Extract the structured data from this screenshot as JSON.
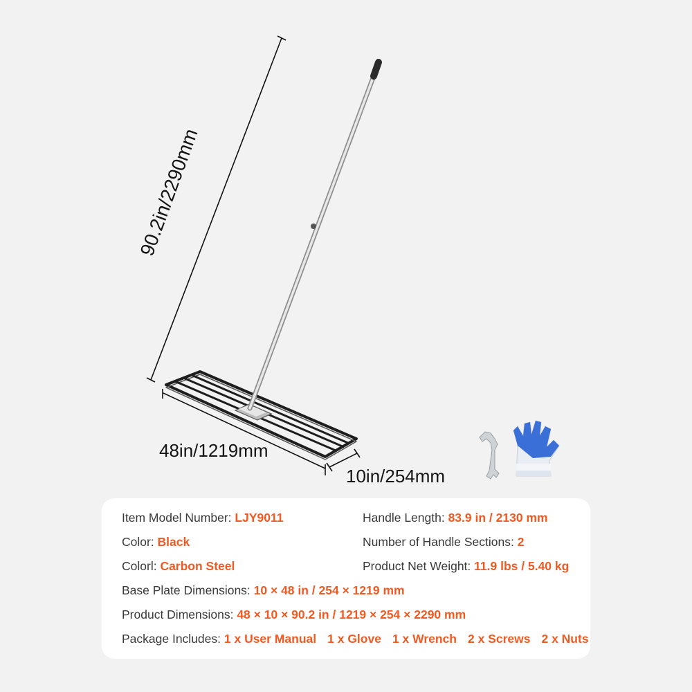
{
  "dimensions": {
    "height": "90.2in/2290mm",
    "length": "48in/1219mm",
    "width": "10in/254mm"
  },
  "accessories": {
    "wrench_icon": "wrench-icon",
    "gloves_icon": "gloves-icon"
  },
  "specs": {
    "model": {
      "label": "Item Model Number: ",
      "value": "LJY9011"
    },
    "handle_length": {
      "label": "Handle Length: ",
      "value": "83.9 in / 2130 mm"
    },
    "color": {
      "label": "Color: ",
      "value": "Black"
    },
    "handle_sections": {
      "label": "Number of Handle Sections: ",
      "value": "2"
    },
    "material": {
      "label": "Colorl: ",
      "value": "Carbon Steel"
    },
    "net_weight": {
      "label": "Product Net Weight: ",
      "value": "11.9 lbs / 5.40 kg"
    },
    "base_plate": {
      "label": "Base Plate Dimensions: ",
      "value": "10 × 48 in / 254 × 1219 mm"
    },
    "product_dims": {
      "label": "Product Dimensions: ",
      "value": "48 × 10 × 90.2 in / 1219 × 254 × 2290 mm"
    },
    "package": {
      "label": "Package Includes: ",
      "items": [
        "1 x User Manual",
        "1 x Glove",
        "1 x Wrench",
        "2 x Screws",
        "2 x Nuts"
      ]
    }
  },
  "colors": {
    "accent": "#f05a22",
    "background": "#f2f2f2",
    "card": "#ffffff",
    "glove_blue": "#3a6fd8"
  }
}
